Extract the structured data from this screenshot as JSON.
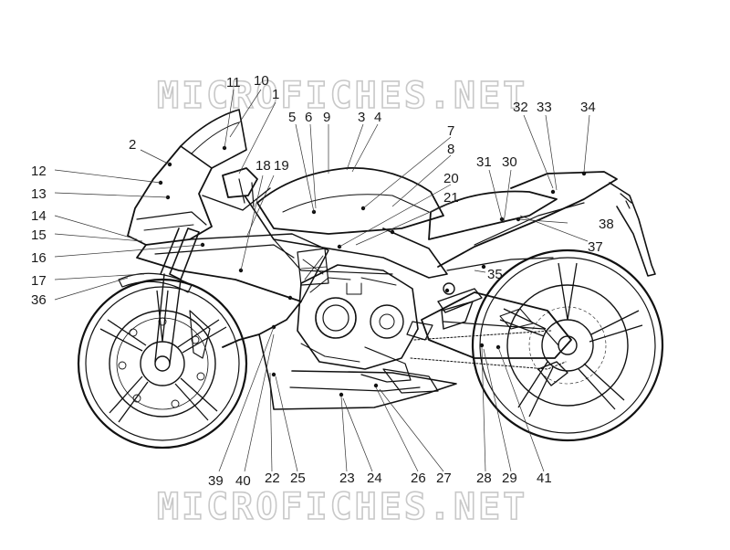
{
  "watermark": {
    "top": "MICROFICHES.NET",
    "bottom": "MICROFICHES.NET"
  },
  "callouts": {
    "n1": "1",
    "n2": "2",
    "n3": "3",
    "n4": "4",
    "n5": "5",
    "n6": "6",
    "n7": "7",
    "n8": "8",
    "n9": "9",
    "n10": "10",
    "n11": "11",
    "n12": "12",
    "n13": "13",
    "n14": "14",
    "n15": "15",
    "n16": "16",
    "n17": "17",
    "n18": "18",
    "n19": "19",
    "n20": "20",
    "n21": "21",
    "n22": "22",
    "n23": "23",
    "n24": "24",
    "n25": "25",
    "n26": "26",
    "n27": "27",
    "n28": "28",
    "n29": "29",
    "n30": "30",
    "n31": "31",
    "n32": "32",
    "n33": "33",
    "n34": "34",
    "n35": "35",
    "n36": "36",
    "n37": "37",
    "n38": "38",
    "n39": "39",
    "n40": "40",
    "n41": "41"
  }
}
